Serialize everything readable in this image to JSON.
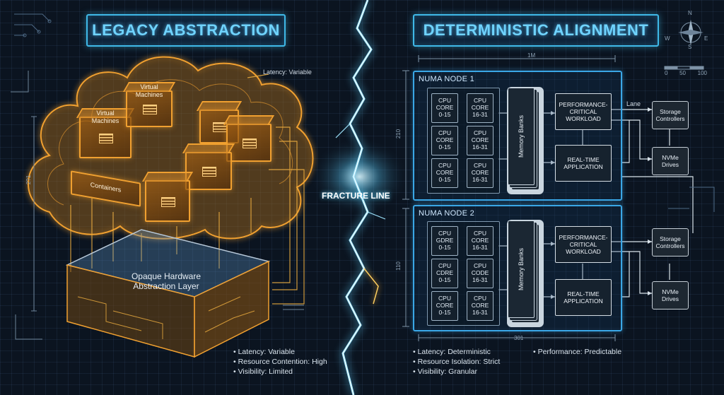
{
  "left": {
    "title": "LEGACY ABSTRACTION",
    "latency_callout": "Latency: Variable",
    "cube_labels": {
      "vm1": "Virtual\nMachines",
      "vm2": "Virtual\nMachines",
      "containers": "Containers"
    },
    "layer_label": "Opaque Hardware\nAbstraction Layer",
    "bullets": [
      "Latency: Variable",
      "Resource Contention: High",
      "Visibility: Limited"
    ],
    "dimension": "2?1"
  },
  "center": {
    "fracture_label": "FRACTURE LINE"
  },
  "right": {
    "title": "DETERMINISTIC ALIGNMENT",
    "top_dimension": "1M",
    "bottom_dimension": "301",
    "node1": {
      "title": "NUMA NODE 1",
      "dimension": "210",
      "cores": [
        "CPU\nCORE\n0-15",
        "CPU\nCORE\n16-31",
        "CPU\nCORE\n0-15",
        "CPU\nCORE\n16-31",
        "CPU\nCORE\n0-15",
        "CPU\nCORE\n16-31"
      ],
      "memory": "Memory Banks",
      "workload_perf": "PERFORMANCE-\nCRITICAL\nWORKLOAD",
      "workload_rt": "REAL-TIME\nAPPLICATION",
      "lane": "Lane",
      "storage": "Storage\nControllers",
      "nvme": "NVMe\nDrives"
    },
    "node2": {
      "title": "NUMA NODE 2",
      "dimension": "110",
      "cores": [
        "CPU\nGDRE\n0-15",
        "CPU\nCORE\n16-31",
        "CPU\nCDRE\n0-15",
        "CPU\nCODE\n16-31",
        "CPU\nCORE\n0-15",
        "CPU\nCORE\n16-31"
      ],
      "memory": "Memory Banks",
      "workload_perf": "PERFORMANCE-\nCRITICAL\nWORKLOAD",
      "workload_rt": "REAL-TIME\nAPPLICATION",
      "storage": "Storage\nControllers",
      "nvme": "NVMe\nDrives"
    },
    "bullets": [
      "Latency: Deterministic",
      "Resource Isolation: Strict",
      "Visibility: Granular"
    ],
    "bullet_extra": "Performance: Predictable",
    "compass": {
      "n": "N",
      "e": "E",
      "s": "S",
      "w": "W"
    },
    "scale": [
      "0",
      "50",
      "100"
    ]
  },
  "colors": {
    "accent_blue": "#3fb9e8",
    "accent_orange": "#f0a030",
    "lightning": "#9fe6ff"
  }
}
